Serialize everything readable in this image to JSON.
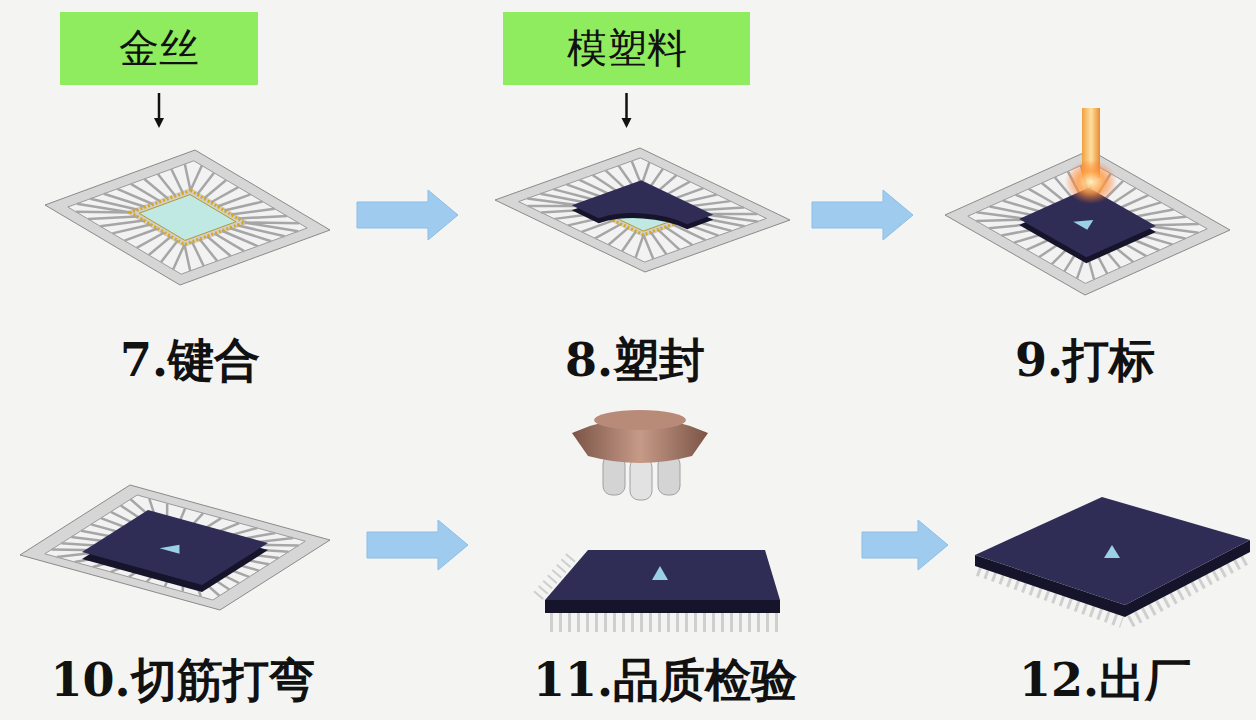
{
  "diagram": {
    "nodes": [
      {
        "text": [
          "金丝"
        ]
      },
      {
        "text": [
          "模塑料"
        ]
      },
      {
        "text": [
          "7.键合"
        ]
      },
      {
        "text": [
          "8.塑封"
        ]
      },
      {
        "text": [
          "9.打标"
        ]
      },
      {
        "text": [
          "10.切筋打弯"
        ]
      },
      {
        "text": [
          "11.品质检验"
        ]
      },
      {
        "text": [
          "12.出厂"
        ]
      }
    ],
    "edges": [
      {
        "from": 0,
        "to": 2,
        "arrow": "to"
      },
      {
        "from": 1,
        "to": 3,
        "arrow": "to"
      },
      {
        "from": 2,
        "to": 3,
        "arrow": "to"
      },
      {
        "from": 3,
        "to": 4,
        "arrow": "to"
      },
      {
        "from": 5,
        "to": 6,
        "arrow": "to"
      },
      {
        "from": 6,
        "to": 7,
        "arrow": "to"
      }
    ]
  }
}
